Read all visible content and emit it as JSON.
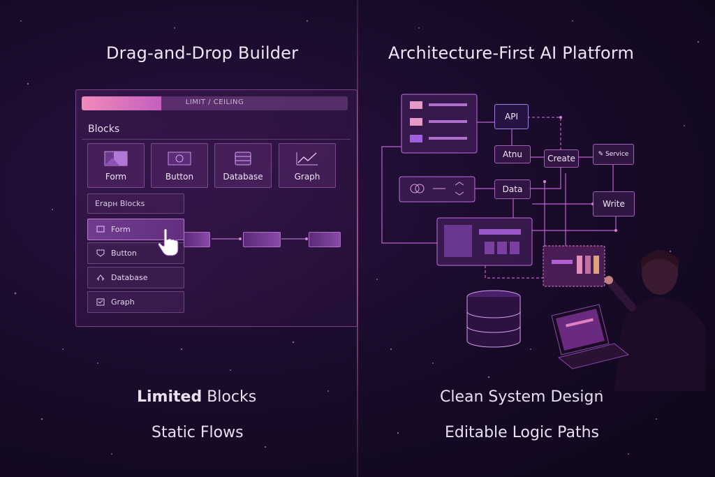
{
  "left": {
    "heading": "Drag-and-Drop Builder",
    "limit_label": "LIMIT / CEILING",
    "blocks_title": "Blocks",
    "tiles": [
      {
        "label": "Form",
        "icon": "form-icon"
      },
      {
        "label": "Button",
        "icon": "button-icon"
      },
      {
        "label": "Database",
        "icon": "database-icon"
      },
      {
        "label": "Graph",
        "icon": "graph-icon"
      }
    ],
    "erase_label": "Erapн Blocks",
    "list": [
      {
        "label": "Form",
        "icon": "form-icon"
      },
      {
        "label": "Button",
        "icon": "button-icon"
      },
      {
        "label": "Database",
        "icon": "database-icon"
      },
      {
        "label": "Graph",
        "icon": "graph-icon"
      }
    ],
    "caption_bold": "Limited",
    "caption_rest": " Blocks",
    "caption2": "Static Flows"
  },
  "right": {
    "heading": "Architecture-First AI Platform",
    "nodes": {
      "api": "API",
      "atnu": "Atnu",
      "create": "Create",
      "service": "Service",
      "data": "Data",
      "write": "Write"
    },
    "caption1": "Clean System Design",
    "caption2": "Editable Logic Paths"
  },
  "colors": {
    "accent_pink": "#f08ab8",
    "accent_purple": "#9a55c8",
    "background": "#170a27"
  }
}
